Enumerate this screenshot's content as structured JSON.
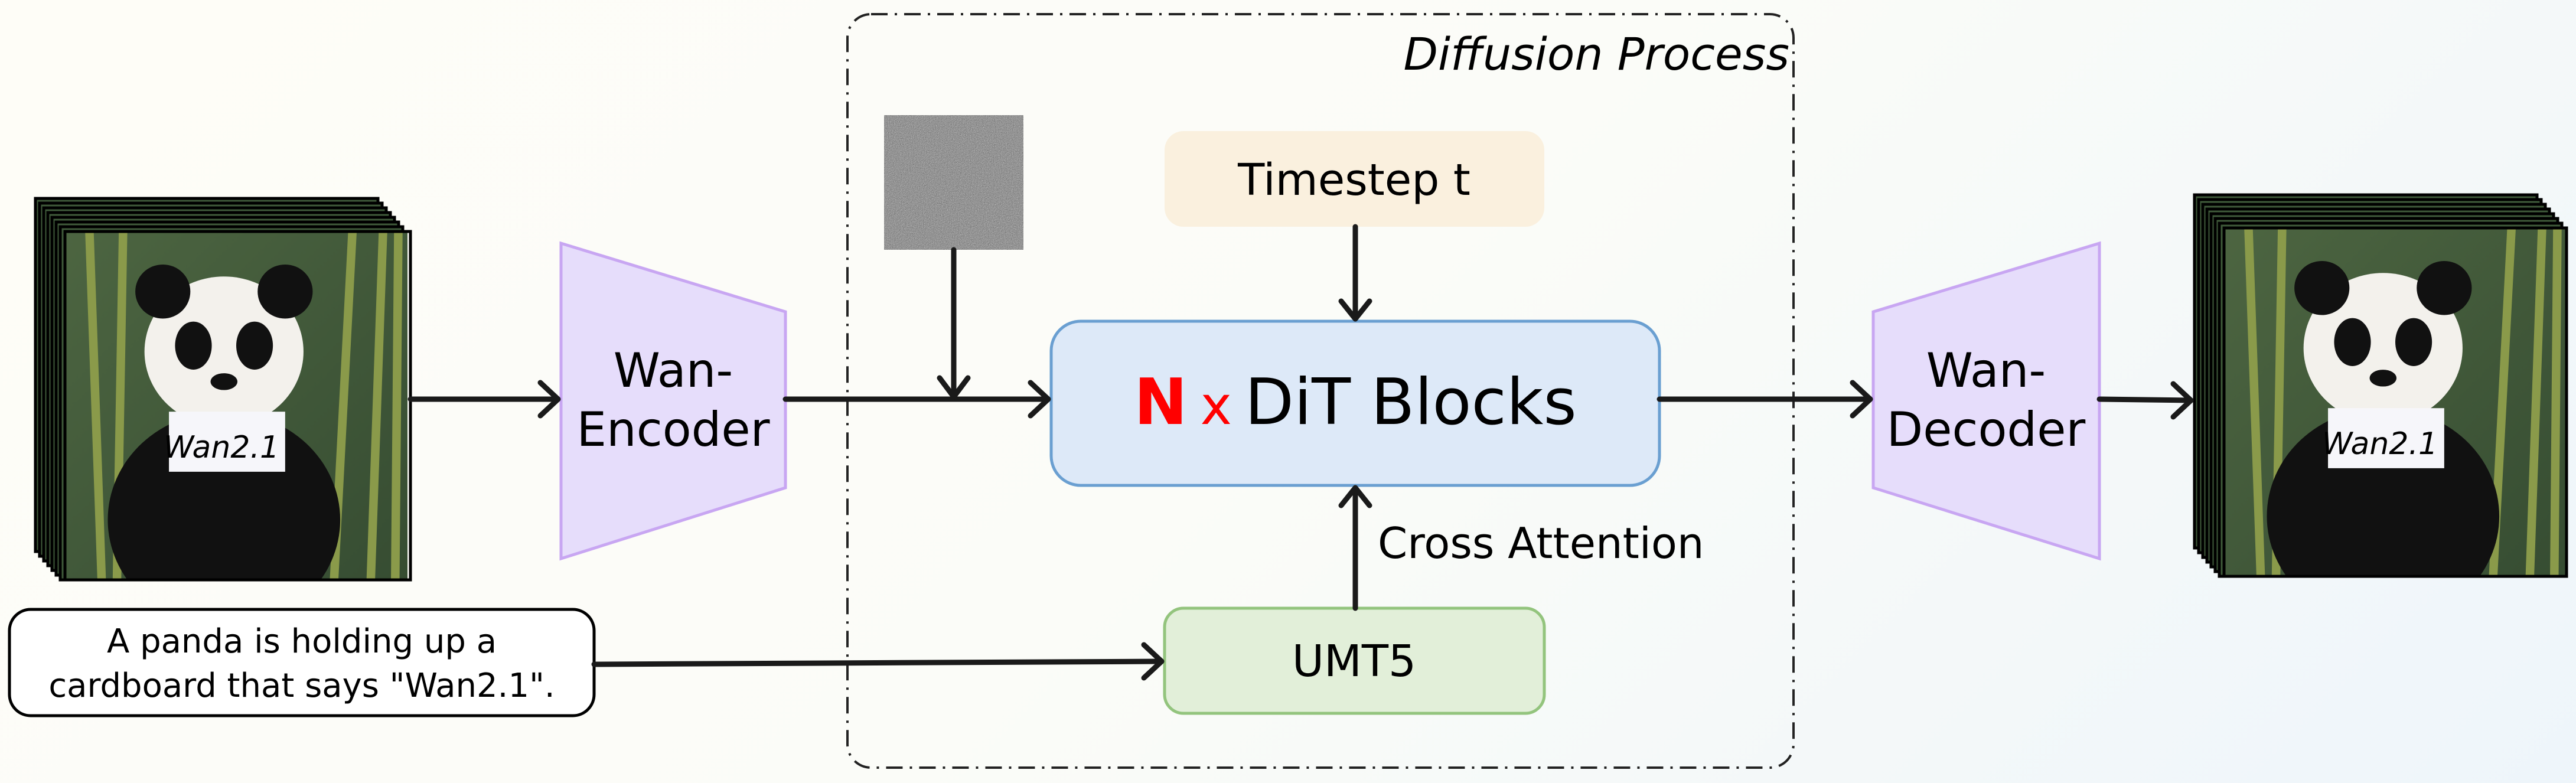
{
  "diagram": {
    "region_label": "Diffusion Process",
    "input_video": {
      "sign_text": "Wan2.1"
    },
    "output_video": {
      "sign_text": "Wan2.1"
    },
    "encoder": {
      "line1": "Wan-",
      "line2": "Encoder"
    },
    "decoder": {
      "line1": "Wan-",
      "line2": "Decoder"
    },
    "timestep": "Timestep t",
    "dit": {
      "n": "N",
      "x": "x",
      "label": "DiT Blocks"
    },
    "cross_attention": "Cross Attention",
    "text_encoder": "UMT5",
    "prompt": {
      "line1": "A panda is holding up a",
      "line2": "cardboard that says \"Wan2.1\"."
    },
    "colors": {
      "encoder_fill": "#e6ddfb",
      "encoder_stroke": "#c8a6f2",
      "timestep_fill": "#faf0de",
      "dit_fill": "#dde9f8",
      "dit_stroke": "#6a9fd1",
      "umt5_fill": "#e2efd9",
      "umt5_stroke": "#93c47d",
      "accent": "#ff0000"
    }
  }
}
